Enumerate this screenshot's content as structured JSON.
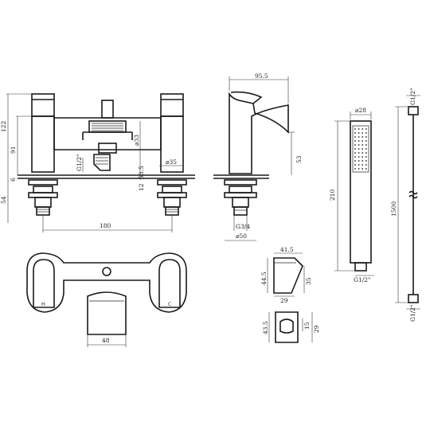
{
  "dimensions": {
    "bath_height_122": "122",
    "bath_height_91": "91",
    "bath_6": "6",
    "bath_54": "54",
    "bath_width_180": "180",
    "bath_thread": "G1/2\"",
    "bath_dia33": "⌀33",
    "bath_dia35": "⌀35",
    "bath_53_5": "53.5",
    "bath_12": "12",
    "spout_reach": "95.5",
    "spout_53": "53",
    "spout_base": "⌀50",
    "spout_thread": "G3/4",
    "hand_dia28": "⌀28",
    "hand_210": "210",
    "hand_thread": "G1/2\"",
    "hose_top_thread": "G1/2\"",
    "hose_1500": "1500",
    "hose_bottom_thread": "G1/2\"",
    "bracket_41_5": "41.5",
    "bracket_44_5": "44.5",
    "bracket_35": "35",
    "bracket_29": "29",
    "holder_43_5": "43.5",
    "holder_15": "15",
    "holder_29": "29",
    "top_view_48": "48"
  },
  "labels": {
    "hot": "H",
    "cold": "C"
  }
}
